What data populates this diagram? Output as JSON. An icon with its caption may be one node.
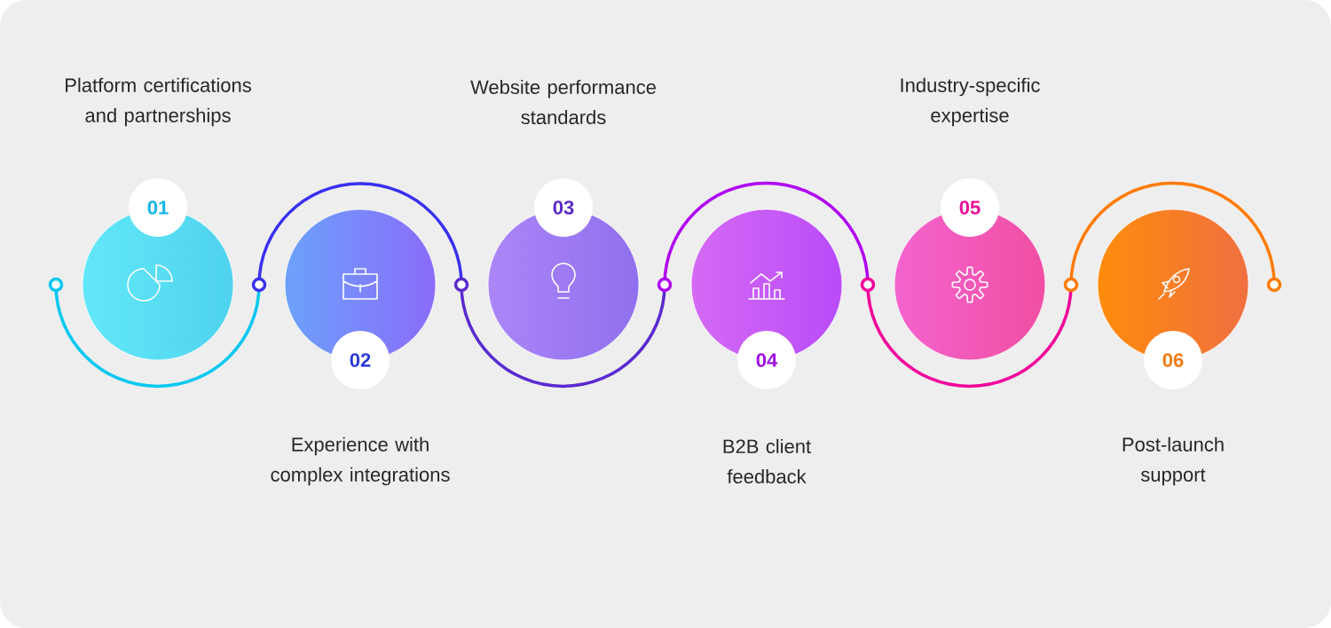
{
  "diagram": {
    "nodes": [
      {
        "text": [
          "Platform certifications and partnerships",
          "01"
        ]
      },
      {
        "text": [
          "02",
          "Experience with complex integrations"
        ]
      },
      {
        "text": [
          "Website performance standards",
          "03"
        ]
      },
      {
        "text": [
          "04",
          "B2B client feedback"
        ]
      },
      {
        "text": [
          "Industry-specific expertise",
          "05"
        ]
      },
      {
        "text": [
          "06",
          "Post-launch support"
        ]
      }
    ]
  }
}
